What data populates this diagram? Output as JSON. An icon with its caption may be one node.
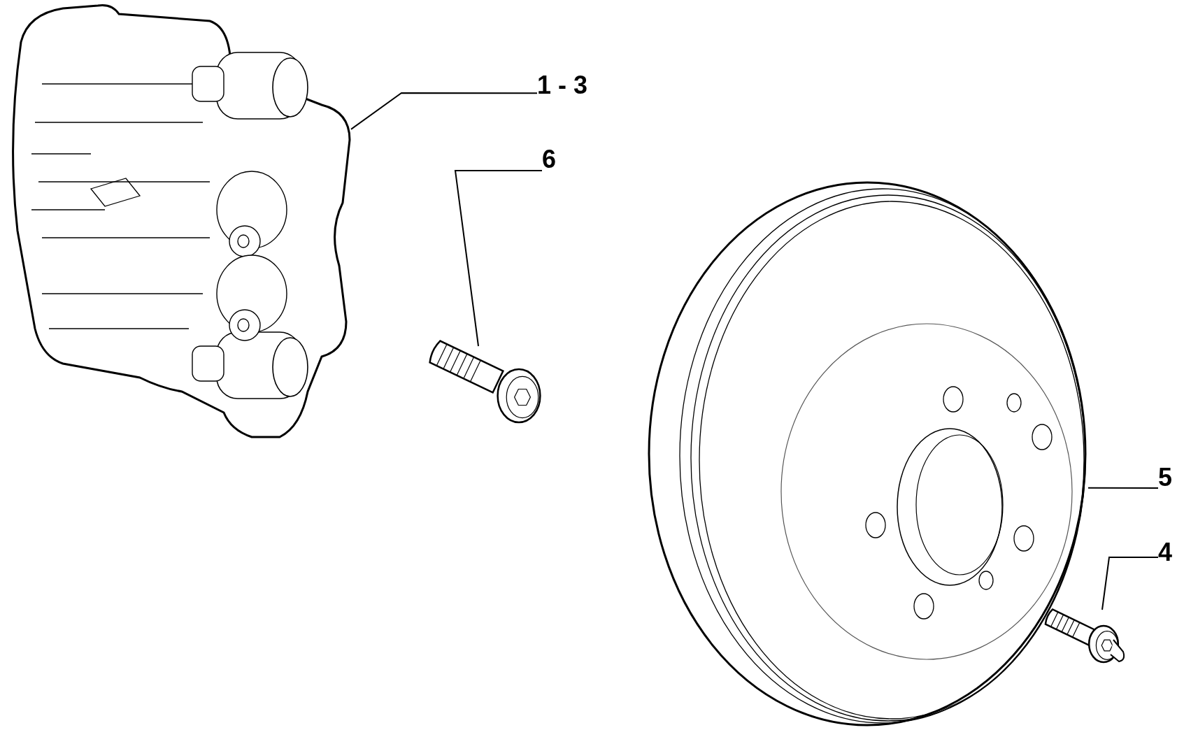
{
  "diagram": {
    "nodes": [
      {
        "text": [
          "1 - 3"
        ]
      },
      {
        "text": [],
        "shape": "picture"
      },
      {
        "text": [
          "6"
        ]
      },
      {
        "text": [],
        "shape": "picture"
      },
      {
        "text": [
          "5"
        ]
      },
      {
        "text": [],
        "shape": "picture"
      },
      {
        "text": [
          "4"
        ]
      },
      {
        "text": [],
        "shape": "picture"
      }
    ],
    "edges": [
      {
        "from": 0,
        "to": 1,
        "arrow": "none"
      },
      {
        "from": 2,
        "to": 3,
        "arrow": "none"
      },
      {
        "from": 4,
        "to": 5,
        "arrow": "none"
      },
      {
        "from": 6,
        "to": 7,
        "arrow": "none"
      }
    ]
  }
}
